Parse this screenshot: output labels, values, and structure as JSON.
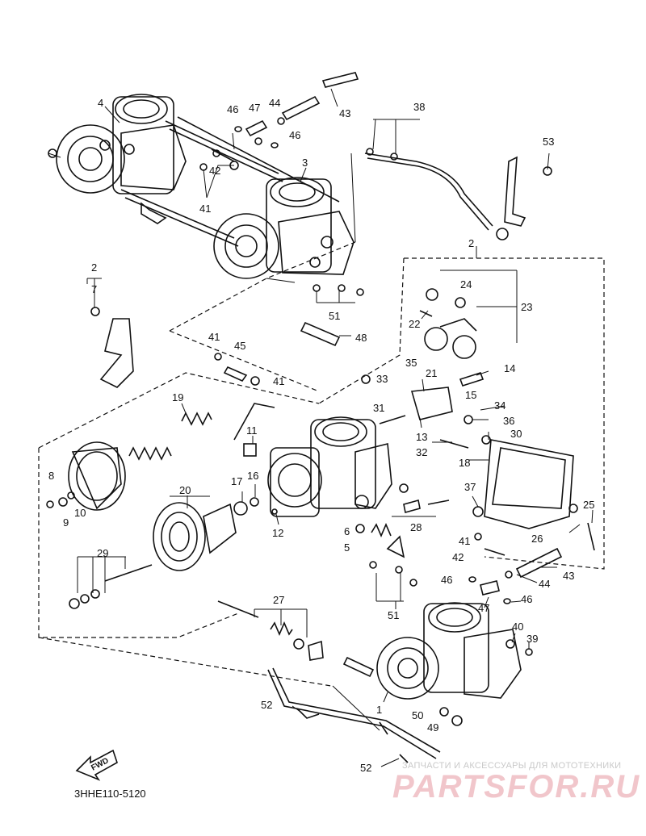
{
  "diagram_code": "3HHE110-5120",
  "watermark": {
    "tagline": "ЗАПЧАСТИ И АКСЕССУАРЫ ДЛЯ МОТОТЕХНИКИ",
    "brand": "PARTSFOR.RU",
    "color": "#f1c6cb"
  },
  "fwd_label": "FWD",
  "callouts": [
    {
      "id": "c4",
      "text": "4"
    },
    {
      "id": "c46a",
      "text": "46"
    },
    {
      "id": "c47a",
      "text": "47"
    },
    {
      "id": "c44a",
      "text": "44"
    },
    {
      "id": "c43a",
      "text": "43"
    },
    {
      "id": "c46b",
      "text": "46"
    },
    {
      "id": "c38",
      "text": "38"
    },
    {
      "id": "c53",
      "text": "53"
    },
    {
      "id": "c42a",
      "text": "42"
    },
    {
      "id": "c3",
      "text": "3"
    },
    {
      "id": "c41a",
      "text": "41"
    },
    {
      "id": "c2a",
      "text": "2"
    },
    {
      "id": "c2b",
      "text": "2"
    },
    {
      "id": "c7",
      "text": "7"
    },
    {
      "id": "c24",
      "text": "24"
    },
    {
      "id": "c23",
      "text": "23"
    },
    {
      "id": "c51a",
      "text": "51"
    },
    {
      "id": "c22",
      "text": "22"
    },
    {
      "id": "c48",
      "text": "48"
    },
    {
      "id": "c41b",
      "text": "41"
    },
    {
      "id": "c45",
      "text": "45"
    },
    {
      "id": "c21",
      "text": "21"
    },
    {
      "id": "c41c",
      "text": "41"
    },
    {
      "id": "c35",
      "text": "35"
    },
    {
      "id": "c14",
      "text": "14"
    },
    {
      "id": "c33",
      "text": "33"
    },
    {
      "id": "c15",
      "text": "15"
    },
    {
      "id": "c19",
      "text": "19"
    },
    {
      "id": "c31",
      "text": "31"
    },
    {
      "id": "c34",
      "text": "34"
    },
    {
      "id": "c36",
      "text": "36"
    },
    {
      "id": "c13",
      "text": "13"
    },
    {
      "id": "c30",
      "text": "30"
    },
    {
      "id": "c11",
      "text": "11"
    },
    {
      "id": "c32",
      "text": "32"
    },
    {
      "id": "c18",
      "text": "18"
    },
    {
      "id": "c8",
      "text": "8"
    },
    {
      "id": "c17",
      "text": "17"
    },
    {
      "id": "c16",
      "text": "16"
    },
    {
      "id": "c20",
      "text": "20"
    },
    {
      "id": "c37",
      "text": "37"
    },
    {
      "id": "c25",
      "text": "25"
    },
    {
      "id": "c9",
      "text": "9"
    },
    {
      "id": "c10",
      "text": "10"
    },
    {
      "id": "c12",
      "text": "12"
    },
    {
      "id": "c28",
      "text": "28"
    },
    {
      "id": "c6",
      "text": "6"
    },
    {
      "id": "c26",
      "text": "26"
    },
    {
      "id": "c41d",
      "text": "41"
    },
    {
      "id": "c5",
      "text": "5"
    },
    {
      "id": "c29",
      "text": "29"
    },
    {
      "id": "c42b",
      "text": "42"
    },
    {
      "id": "c43b",
      "text": "43"
    },
    {
      "id": "c46c",
      "text": "46"
    },
    {
      "id": "c44b",
      "text": "44"
    },
    {
      "id": "c47b",
      "text": "47"
    },
    {
      "id": "c46d",
      "text": "46"
    },
    {
      "id": "c27",
      "text": "27"
    },
    {
      "id": "c51b",
      "text": "51"
    },
    {
      "id": "c40",
      "text": "40"
    },
    {
      "id": "c39",
      "text": "39"
    },
    {
      "id": "c52a",
      "text": "52"
    },
    {
      "id": "c1",
      "text": "1"
    },
    {
      "id": "c50",
      "text": "50"
    },
    {
      "id": "c49",
      "text": "49"
    },
    {
      "id": "c52b",
      "text": "52"
    }
  ]
}
